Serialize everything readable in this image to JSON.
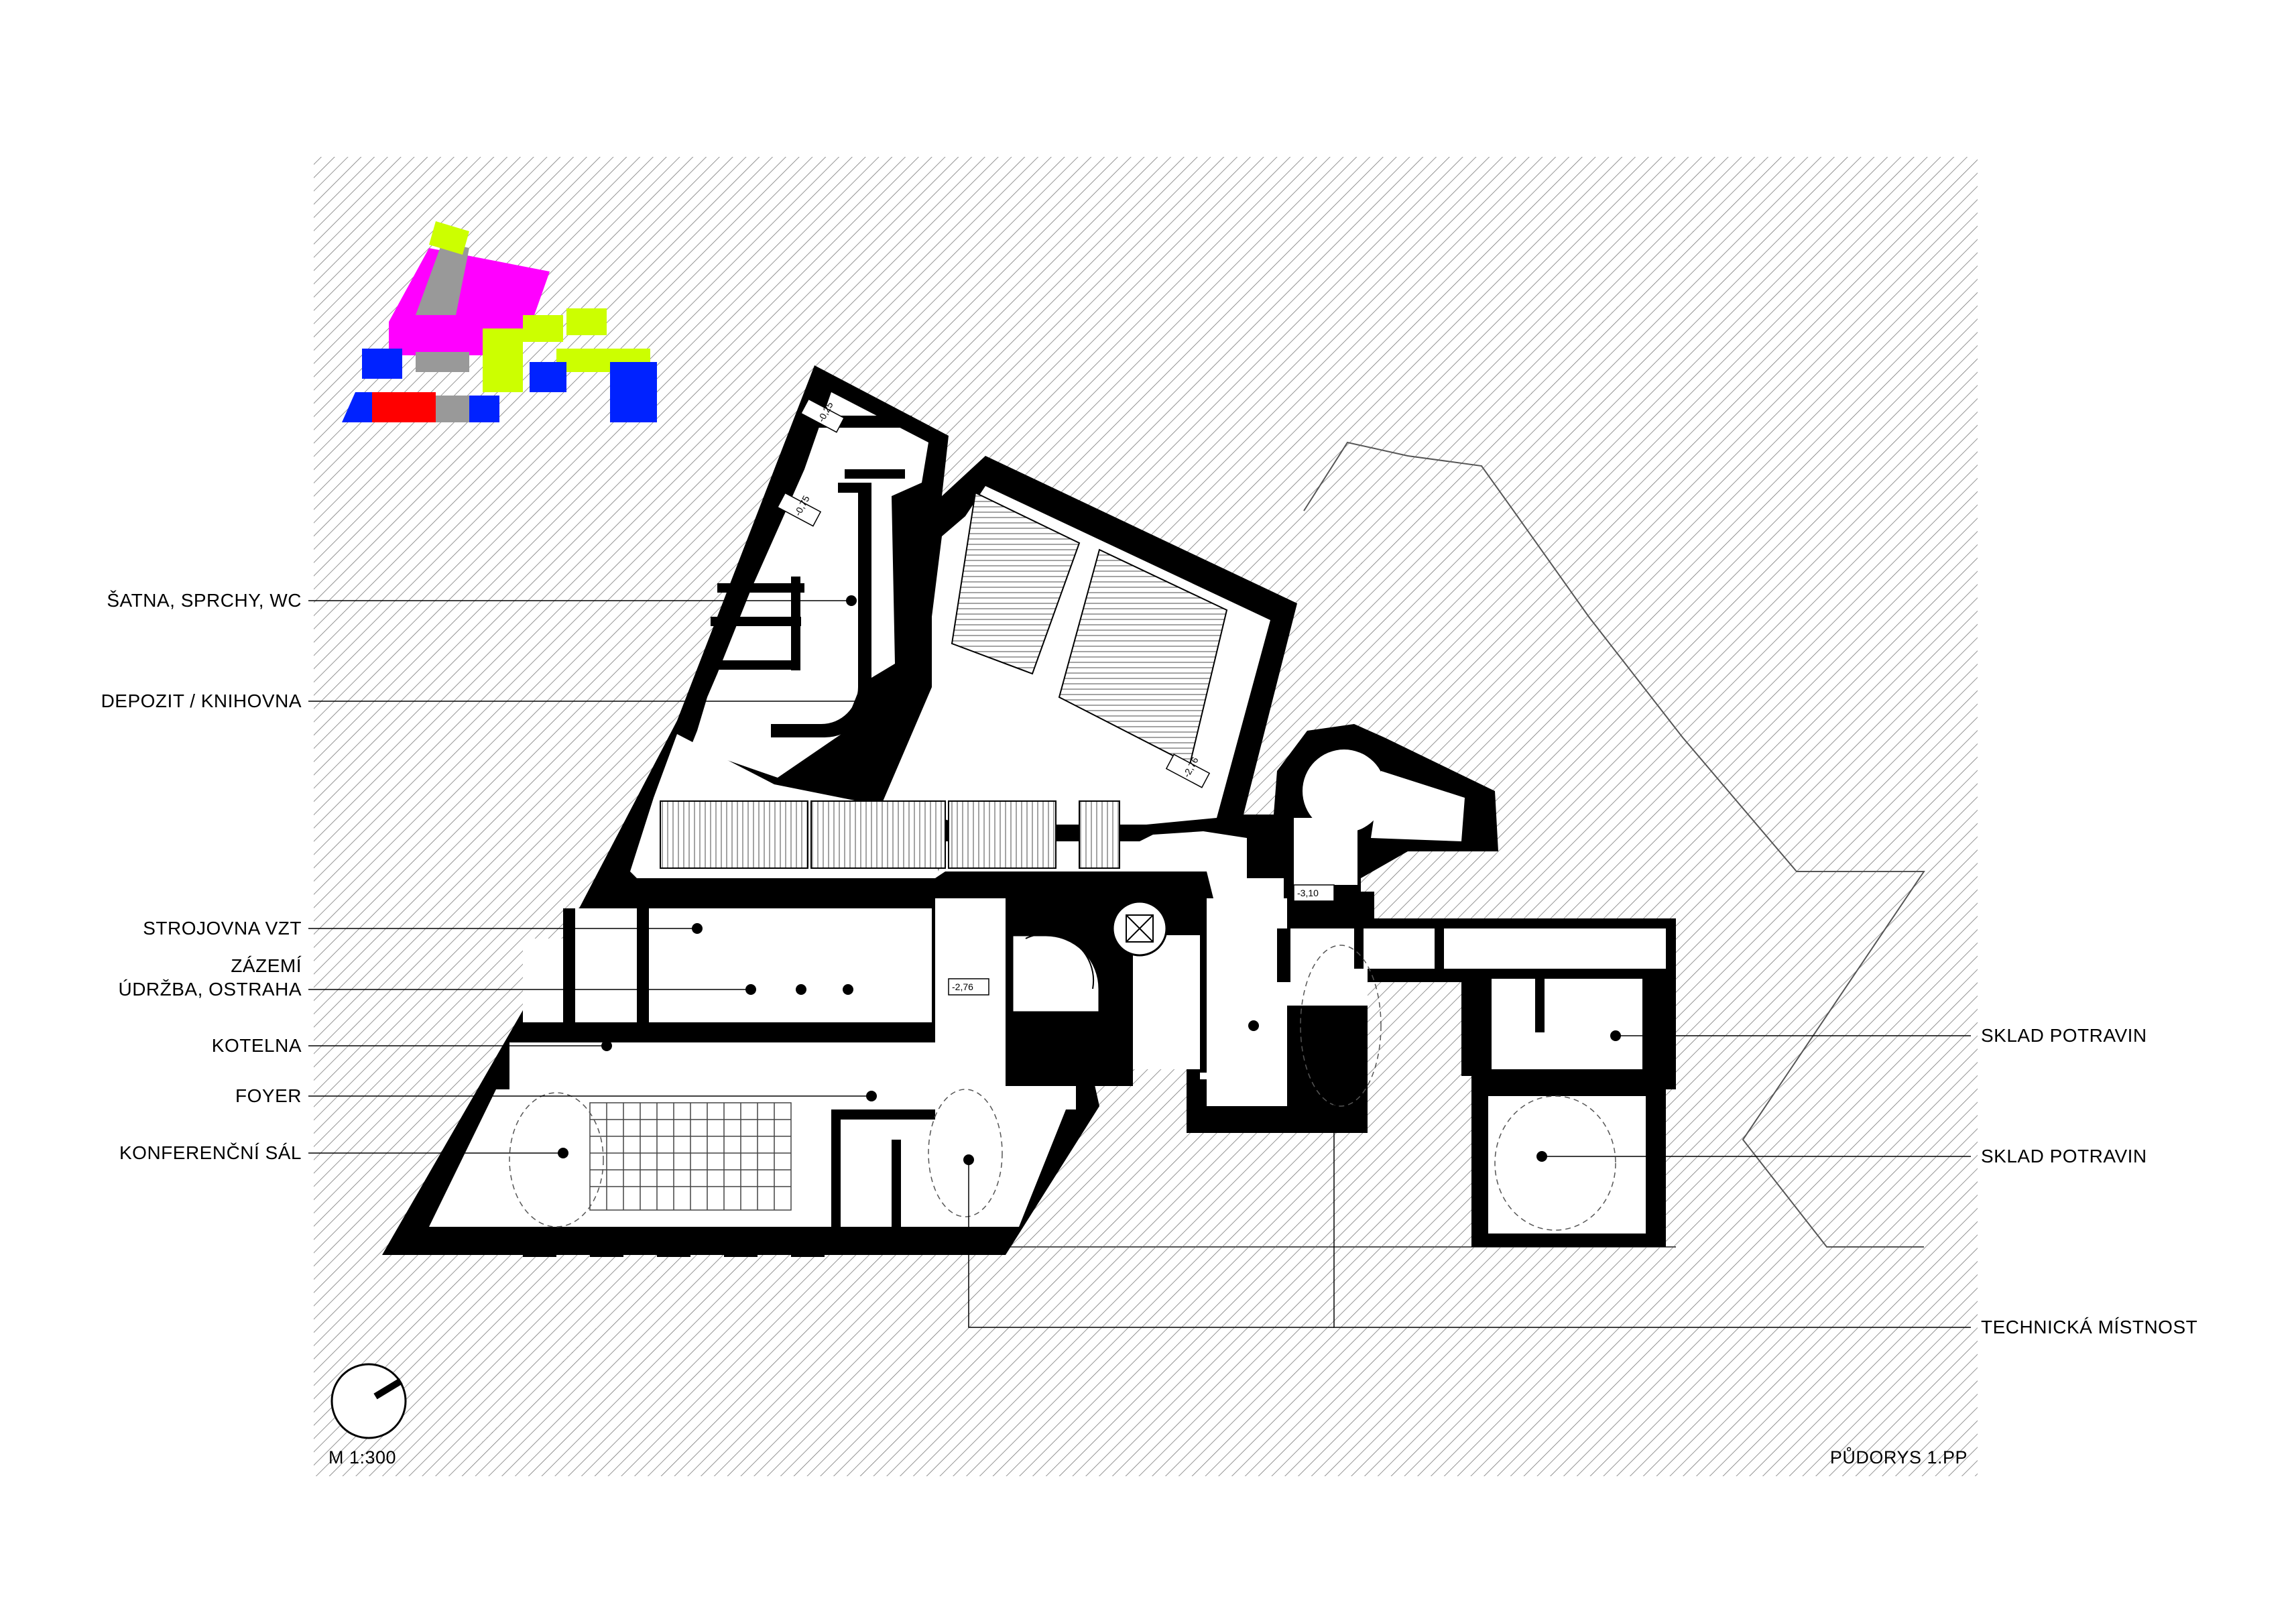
{
  "labels_left": [
    {
      "id": "satna",
      "text": "ŠATNA, SPRCHY, WC"
    },
    {
      "id": "depozit",
      "text": "DEPOZIT / KNIHOVNA"
    },
    {
      "id": "strojovna",
      "text": "STROJOVNA VZT"
    },
    {
      "id": "zazemi1",
      "text": "ZÁZEMÍ"
    },
    {
      "id": "zazemi2",
      "text": "ÚDRŽBA, OSTRAHA"
    },
    {
      "id": "kotelna",
      "text": "KOTELNA"
    },
    {
      "id": "foyer",
      "text": "FOYER"
    },
    {
      "id": "konferencni",
      "text": "KONFERENČNÍ SÁL"
    }
  ],
  "labels_right": [
    {
      "id": "sklad1",
      "text": "SKLAD POTRAVIN"
    },
    {
      "id": "sklad2",
      "text": "SKLAD POTRAVIN"
    },
    {
      "id": "technicka",
      "text": "TECHNICKÁ MÍSTNOST"
    }
  ],
  "scale": "M 1:300",
  "sheet_title": "PŮDORYS 1.PP",
  "level_marks": [
    "-0,25",
    "-0,75",
    "-2,76",
    "-2,76",
    "-3,10"
  ],
  "legend_colors": {
    "magenta": "#ff00ff",
    "lime": "#ccff00",
    "blue": "#0022ff",
    "red": "#ff0000",
    "grey": "#999999"
  }
}
